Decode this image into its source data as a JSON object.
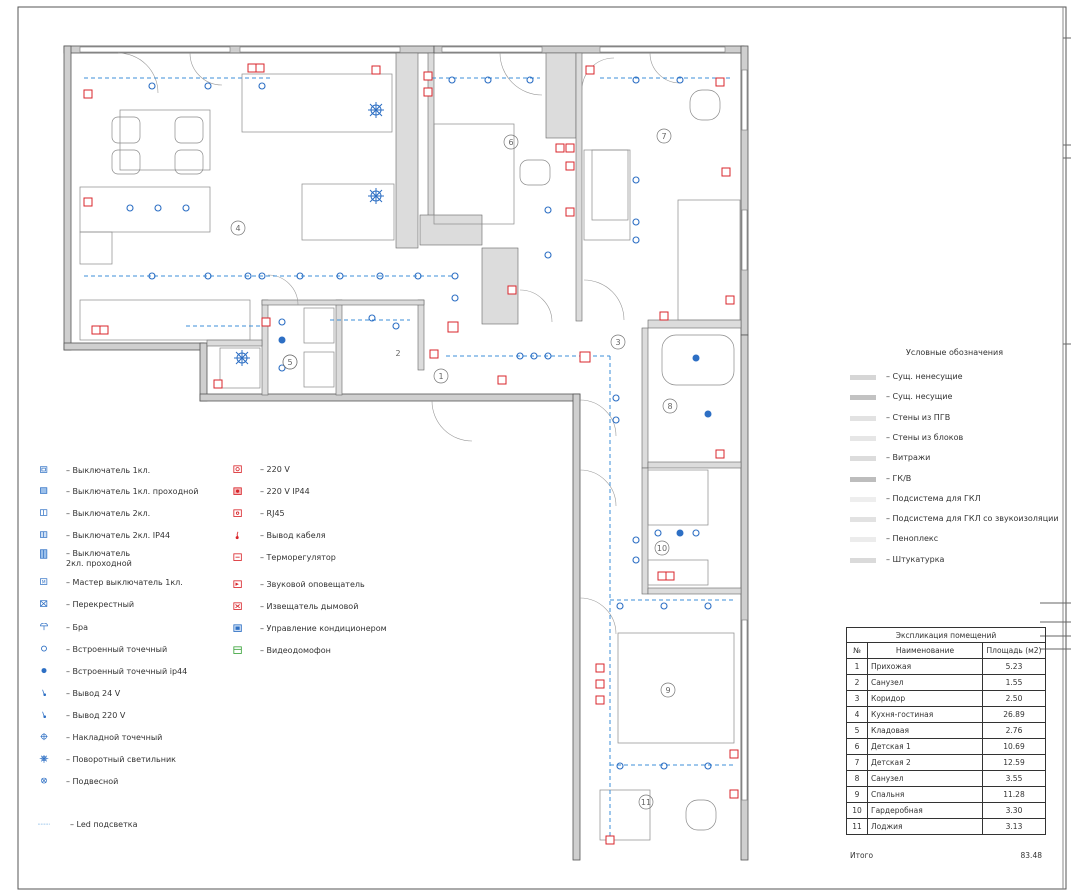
{
  "legend_left": [
    {
      "icon": "switch-1-icon",
      "label": "– Выключатель 1кл."
    },
    {
      "icon": "switch-1-pass-icon",
      "label": "– Выключатель 1кл. проходной"
    },
    {
      "icon": "switch-2-icon",
      "label": "– Выключатель 2кл."
    },
    {
      "icon": "switch-2-ip44-icon",
      "label": "– Выключатель 2кл. IP44"
    },
    {
      "icon": "switch-2-pass-icon",
      "label": "– Выключатель 2кл. проходной"
    },
    {
      "icon": "master-switch-icon",
      "label": "– Мастер выключатель 1кл."
    },
    {
      "icon": "cross-switch-icon",
      "label": "– Перекрестный"
    },
    {
      "icon": "sconce-icon",
      "label": "– Бра"
    },
    {
      "icon": "spot-icon",
      "label": "– Встроенный точечный"
    },
    {
      "icon": "spot-ip44-icon",
      "label": "– Встроенный точечный ip44"
    },
    {
      "icon": "output-24v-icon",
      "label": "– Вывод 24 V"
    },
    {
      "icon": "output-220v-icon",
      "label": "– Вывод 220 V"
    },
    {
      "icon": "surface-spot-icon",
      "label": "– Накладной точечный"
    },
    {
      "icon": "rotary-light-icon",
      "label": "– Поворотный светильник"
    },
    {
      "icon": "pendant-icon",
      "label": "– Подвесной"
    },
    {
      "icon": "led-strip-icon",
      "label": "– Led подсветка"
    }
  ],
  "legend_mid": [
    {
      "icon": "socket-220-icon",
      "label": "– 220 V"
    },
    {
      "icon": "socket-220-ip44-icon",
      "label": "– 220 V IP44"
    },
    {
      "icon": "rj45-icon",
      "label": "– RJ45"
    },
    {
      "icon": "cable-output-icon",
      "label": "– Вывод кабеля"
    },
    {
      "icon": "thermostat-icon",
      "label": "– Терморегулятор"
    },
    {
      "icon": "sound-alarm-icon",
      "label": "– Звуковой оповещатель"
    },
    {
      "icon": "smoke-detector-icon",
      "label": "– Извещатель дымовой"
    },
    {
      "icon": "ac-control-icon",
      "label": "– Управление кондиционером"
    },
    {
      "icon": "intercom-icon",
      "label": "– Видеодомофон"
    }
  ],
  "legend_right": {
    "title": "Условные обозначения",
    "items": [
      {
        "label": "– Сущ. ненесущие",
        "color": "#d6d6d6"
      },
      {
        "label": "– Сущ. несущие",
        "color": "#c2c2c2"
      },
      {
        "label": "– Стены из ПГВ",
        "color": "#e2e2e2"
      },
      {
        "label": "– Стены из блоков",
        "color": "#e6e6e6"
      },
      {
        "label": "– Витражи",
        "color": "#dcdcdc"
      },
      {
        "label": "– ГК/В",
        "color": "#bdbdbd"
      },
      {
        "label": "– Подсистема для ГКЛ",
        "color": "#eeeeee"
      },
      {
        "label": "– Подсистема для ГКЛ со звукоизоляции",
        "color": "#e2e2e2"
      },
      {
        "label": "– Пеноплекс",
        "color": "#ececec"
      },
      {
        "label": "– Штукатурка",
        "color": "#dadada"
      }
    ]
  },
  "explication": {
    "title": "Экспликация помещений",
    "headers": [
      "№",
      "Наименование",
      "Площадь (м2)"
    ],
    "rows": [
      [
        "1",
        "Прихожая",
        "5.23"
      ],
      [
        "2",
        "Санузел",
        "1.55"
      ],
      [
        "3",
        "Коридор",
        "2.50"
      ],
      [
        "4",
        "Кухня-гостиная",
        "26.89"
      ],
      [
        "5",
        "Кладовая",
        "2.76"
      ],
      [
        "6",
        "Детская 1",
        "10.69"
      ],
      [
        "7",
        "Детская 2",
        "12.59"
      ],
      [
        "8",
        "Санузел",
        "3.55"
      ],
      [
        "9",
        "Спальня",
        "11.28"
      ],
      [
        "10",
        "Гардеробная",
        "3.30"
      ],
      [
        "11",
        "Лоджия",
        "3.13"
      ]
    ],
    "total_label": "Итого",
    "total_value": "83.48"
  },
  "room_numbers": [
    "1",
    "2",
    "3",
    "4",
    "5",
    "6",
    "7",
    "8",
    "9",
    "10",
    "11"
  ],
  "colors": {
    "wall": "#cfcfcf",
    "line": "#666666",
    "light": "#2d6fc4",
    "socket": "#d9262b",
    "led": "#3c8fd8"
  }
}
